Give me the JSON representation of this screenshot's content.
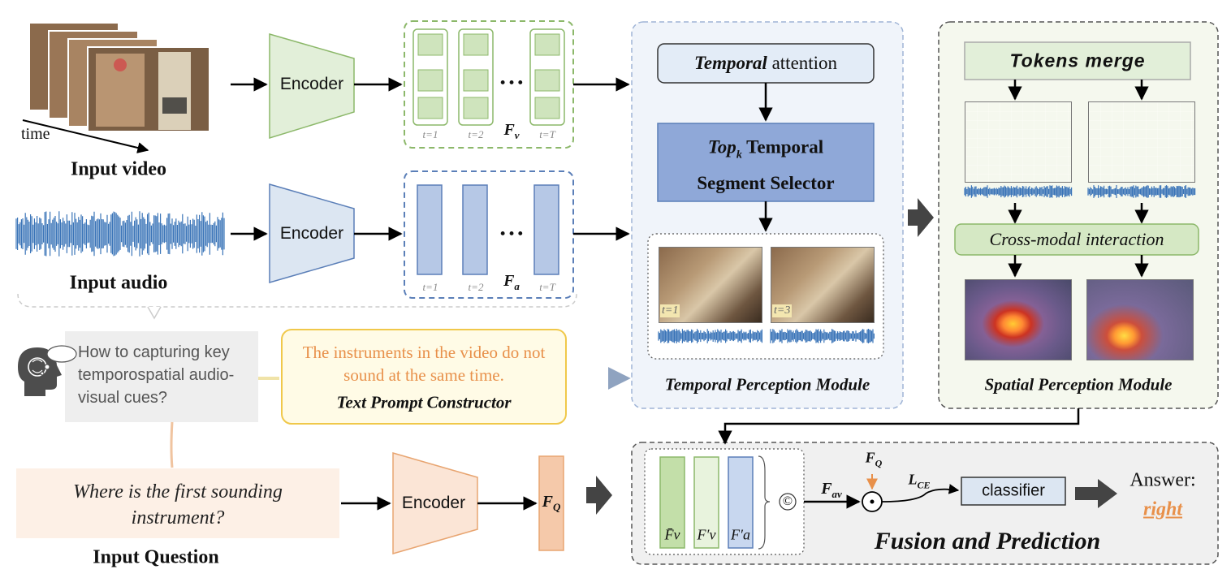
{
  "inputs": {
    "video_caption": "Input video",
    "time_label": "time",
    "audio_caption": "Input audio",
    "question_caption": "Input Question",
    "question_text": "Where is the first sounding instrument?"
  },
  "encoders": {
    "video": "Encoder",
    "audio": "Encoder",
    "question": "Encoder"
  },
  "features": {
    "video_ticks": [
      "t=1",
      "t=2",
      "t=T"
    ],
    "audio_ticks": [
      "t=1",
      "t=2",
      "t=T"
    ],
    "video_label": "F_v",
    "audio_label": "F_a",
    "question_label": "F_Q",
    "ellipsis": "• • •"
  },
  "prompt": {
    "thought": "How to capturing key temporospatial audio-visual cues?",
    "constructed_text": "The instruments in the video do not sound at the same time.",
    "constructor_label": "Text Prompt Constructor"
  },
  "temporal": {
    "attention_label_italic": "Temporal",
    "attention_label_rest": " attention",
    "selector_line1_italic": "Top",
    "selector_sub": "k",
    "selector_line1_rest": " Temporal",
    "selector_line2": "Segment Selector",
    "frame_ticks": [
      "t=1",
      "t=3"
    ],
    "module_label": "Temporal Perception Module"
  },
  "spatial": {
    "tokens_merge": "Tokens merge",
    "cross_modal": "Cross-modal interaction",
    "module_label": "Spatial Perception Module"
  },
  "fusion": {
    "feat_labels": [
      "F̄v",
      "F′v",
      "F′a"
    ],
    "concat_symbol": "©",
    "fav_label": "F_av",
    "fq_label": "F_Q",
    "mul_symbol": "⊙",
    "loss_label": "L_CE",
    "classifier": "classifier",
    "answer_label": "Answer:",
    "answer_value": "right",
    "module_label": "Fusion and Prediction"
  },
  "colors": {
    "green_fill": "#e2efd9",
    "green_stroke": "#8cb86a",
    "blue_fill": "#dce6f2",
    "blue_stroke": "#5b7fb8",
    "blue_dark": "#8fa8d8",
    "orange_fill": "#fbe5d6",
    "orange_stroke": "#e8a571",
    "orange_text": "#e8904a",
    "yellow_stroke": "#f0c84a",
    "panel_gray": "#f2f2f2",
    "panel_blue": "#f0f4fa",
    "panel_green": "#f5f8ee",
    "audio_wave": "#3a74b8"
  }
}
